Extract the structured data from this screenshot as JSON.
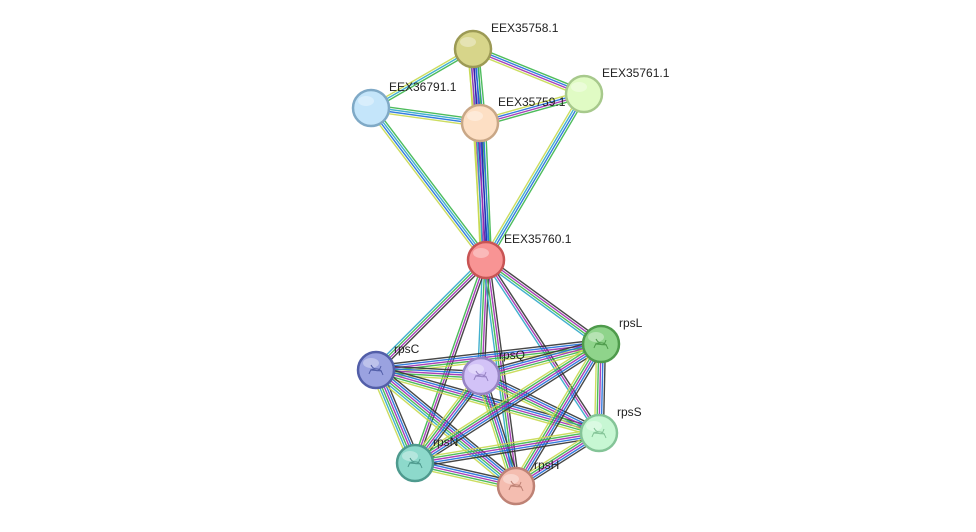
{
  "network": {
    "nodes": [
      {
        "id": "EEX35758.1",
        "label": "EEX35758.1",
        "fill": "#D7D58A",
        "stroke": "#9C9A55",
        "has_structure": false
      },
      {
        "id": "EEX35761.1",
        "label": "EEX35761.1",
        "fill": "#E0FBC4",
        "stroke": "#A7C98C",
        "has_structure": false
      },
      {
        "id": "EEX36791.1",
        "label": "EEX36791.1",
        "fill": "#C4E5FA",
        "stroke": "#7FA9C6",
        "has_structure": false
      },
      {
        "id": "EEX35759.1",
        "label": "EEX35759.1",
        "fill": "#FDDFC4",
        "stroke": "#C9A786",
        "has_structure": false
      },
      {
        "id": "EEX35760.1",
        "label": "EEX35760.1",
        "fill": "#F89494",
        "stroke": "#C85454",
        "has_structure": false
      },
      {
        "id": "rpsL",
        "label": "rpsL",
        "fill": "#8FD48B",
        "stroke": "#4E9A4B",
        "has_structure": true
      },
      {
        "id": "rpsC",
        "label": "rpsC",
        "fill": "#9AA2E0",
        "stroke": "#525EA8",
        "has_structure": true
      },
      {
        "id": "rpsQ",
        "label": "rpsQ",
        "fill": "#D2C2F7",
        "stroke": "#9784C4",
        "has_structure": true
      },
      {
        "id": "rpsS",
        "label": "rpsS",
        "fill": "#C7F7D3",
        "stroke": "#84C497",
        "has_structure": true
      },
      {
        "id": "rpsN",
        "label": "rpsN",
        "fill": "#8DD9CB",
        "stroke": "#4E9A8E",
        "has_structure": true
      },
      {
        "id": "rpsH",
        "label": "rpsH",
        "fill": "#F4BDB0",
        "stroke": "#BE8275",
        "has_structure": true
      }
    ],
    "edges": [
      {
        "source": "EEX35758.1",
        "target": "EEX35761.1",
        "colors": [
          "#3AB54A",
          "#1F6FDB",
          "#9E2EB0",
          "#C7D94F"
        ]
      },
      {
        "source": "EEX35758.1",
        "target": "EEX36791.1",
        "colors": [
          "#3AB54A",
          "#2EA7C9",
          "#C7D94F"
        ]
      },
      {
        "source": "EEX35758.1",
        "target": "EEX35759.1",
        "colors": [
          "#3AB54A",
          "#1F6FDB",
          "#1E1EA8",
          "#9E2EB0",
          "#2EA7C9",
          "#C7D94F"
        ]
      },
      {
        "source": "EEX35758.1",
        "target": "EEX35760.1",
        "colors": [
          "#3AB54A",
          "#1F6FDB",
          "#1E1EA8",
          "#9E2EB0",
          "#C7D94F"
        ]
      },
      {
        "source": "EEX35761.1",
        "target": "EEX35759.1",
        "colors": [
          "#3AB54A",
          "#9E2EB0",
          "#1F6FDB",
          "#C7D94F"
        ]
      },
      {
        "source": "EEX35761.1",
        "target": "EEX35760.1",
        "colors": [
          "#3AB54A",
          "#1F6FDB",
          "#2EA7C9",
          "#C7D94F"
        ]
      },
      {
        "source": "EEX36791.1",
        "target": "EEX35759.1",
        "colors": [
          "#3AB54A",
          "#2EA7C9",
          "#1F6FDB",
          "#C7D94F"
        ]
      },
      {
        "source": "EEX36791.1",
        "target": "EEX35760.1",
        "colors": [
          "#3AB54A",
          "#2EA7C9",
          "#1F6FDB",
          "#C7D94F"
        ]
      },
      {
        "source": "EEX35759.1",
        "target": "EEX35760.1",
        "colors": [
          "#3AB54A",
          "#1F6FDB",
          "#1E1EA8",
          "#9E2EB0",
          "#2EA7C9",
          "#C7D94F"
        ]
      },
      {
        "source": "EEX35760.1",
        "target": "rpsL",
        "colors": [
          "#333333",
          "#9E2EB0",
          "#3AB54A",
          "#2EA7C9"
        ]
      },
      {
        "source": "EEX35760.1",
        "target": "rpsC",
        "colors": [
          "#333333",
          "#9E2EB0",
          "#3AB54A",
          "#2EA7C9"
        ]
      },
      {
        "source": "EEX35760.1",
        "target": "rpsQ",
        "colors": [
          "#333333",
          "#9E2EB0",
          "#3AB54A",
          "#2EA7C9"
        ]
      },
      {
        "source": "EEX35760.1",
        "target": "rpsS",
        "colors": [
          "#333333",
          "#9E2EB0",
          "#2EA7C9"
        ]
      },
      {
        "source": "EEX35760.1",
        "target": "rpsN",
        "colors": [
          "#333333",
          "#9E2EB0",
          "#3AB54A"
        ]
      },
      {
        "source": "EEX35760.1",
        "target": "rpsH",
        "colors": [
          "#333333",
          "#9E2EB0",
          "#3AB54A",
          "#2EA7C9"
        ]
      },
      {
        "source": "rpsC",
        "target": "rpsL",
        "colors": [
          "#333333",
          "#1F6FDB",
          "#9E2EB0",
          "#3AB54A",
          "#C7D94F"
        ]
      },
      {
        "source": "rpsC",
        "target": "rpsQ",
        "colors": [
          "#333333",
          "#1F6FDB",
          "#9E2EB0",
          "#3AB54A",
          "#C7D94F"
        ]
      },
      {
        "source": "rpsC",
        "target": "rpsS",
        "colors": [
          "#333333",
          "#1F6FDB",
          "#9E2EB0",
          "#3AB54A",
          "#C7D94F"
        ]
      },
      {
        "source": "rpsC",
        "target": "rpsN",
        "colors": [
          "#333333",
          "#1F6FDB",
          "#9E2EB0",
          "#3AB54A",
          "#2EA7C9",
          "#C7D94F"
        ]
      },
      {
        "source": "rpsC",
        "target": "rpsH",
        "colors": [
          "#333333",
          "#1F6FDB",
          "#9E2EB0",
          "#3AB54A",
          "#2EA7C9",
          "#C7D94F"
        ]
      },
      {
        "source": "rpsQ",
        "target": "rpsL",
        "colors": [
          "#333333",
          "#1F6FDB",
          "#9E2EB0",
          "#3AB54A",
          "#C7D94F"
        ]
      },
      {
        "source": "rpsQ",
        "target": "rpsS",
        "colors": [
          "#333333",
          "#1F6FDB",
          "#9E2EB0",
          "#3AB54A",
          "#C7D94F"
        ]
      },
      {
        "source": "rpsQ",
        "target": "rpsN",
        "colors": [
          "#333333",
          "#1F6FDB",
          "#9E2EB0",
          "#3AB54A",
          "#C7D94F"
        ]
      },
      {
        "source": "rpsQ",
        "target": "rpsH",
        "colors": [
          "#333333",
          "#1F6FDB",
          "#9E2EB0",
          "#3AB54A",
          "#C7D94F"
        ]
      },
      {
        "source": "rpsL",
        "target": "rpsS",
        "colors": [
          "#333333",
          "#1F6FDB",
          "#9E2EB0",
          "#3AB54A",
          "#C7D94F"
        ]
      },
      {
        "source": "rpsL",
        "target": "rpsN",
        "colors": [
          "#333333",
          "#1F6FDB",
          "#9E2EB0",
          "#3AB54A",
          "#C7D94F"
        ]
      },
      {
        "source": "rpsL",
        "target": "rpsH",
        "colors": [
          "#333333",
          "#1F6FDB",
          "#9E2EB0",
          "#3AB54A",
          "#C7D94F"
        ]
      },
      {
        "source": "rpsS",
        "target": "rpsN",
        "colors": [
          "#333333",
          "#1F6FDB",
          "#9E2EB0",
          "#3AB54A",
          "#C7D94F"
        ]
      },
      {
        "source": "rpsS",
        "target": "rpsH",
        "colors": [
          "#333333",
          "#1F6FDB",
          "#9E2EB0",
          "#3AB54A",
          "#C7D94F"
        ]
      },
      {
        "source": "rpsN",
        "target": "rpsH",
        "colors": [
          "#333333",
          "#1F6FDB",
          "#9E2EB0",
          "#3AB54A",
          "#C7D94F"
        ]
      }
    ]
  }
}
